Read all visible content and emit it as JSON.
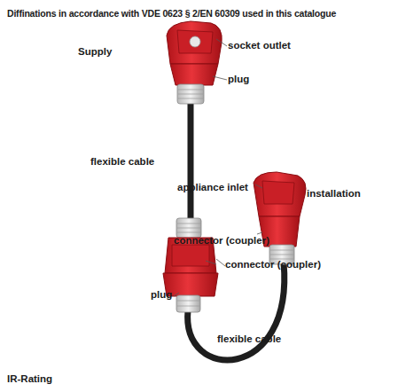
{
  "diagram": {
    "title": "Diffinations in accordance with VDE 0623 § 2/EN 60309 used in this catalogue",
    "labels": [
      "Supply",
      "socket outlet",
      "plug",
      "flexible cable",
      "appliance inlet",
      "installation",
      "connector (coupler)",
      "connector (coupler)",
      "plug",
      "flexible cable",
      "IR-Rating"
    ]
  }
}
